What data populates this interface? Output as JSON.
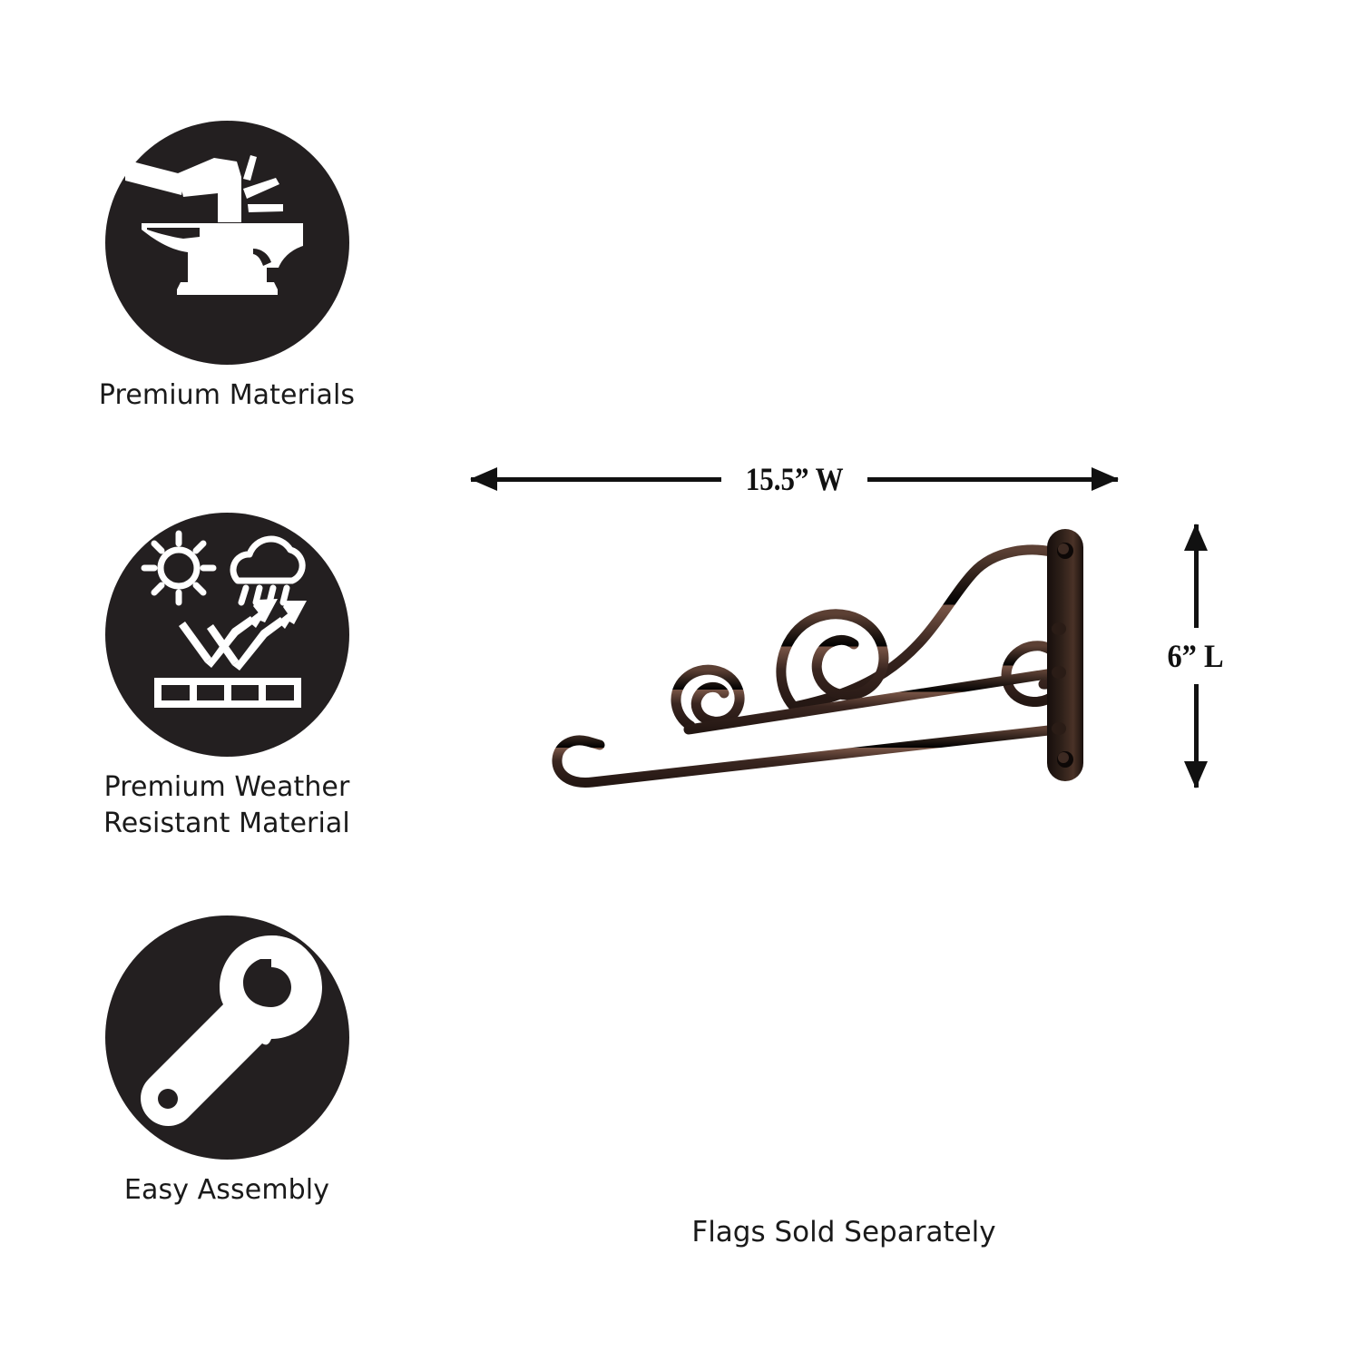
{
  "page": {
    "background_color": "#ffffff",
    "badge_color": "#231f20",
    "text_color": "#1a1a1a",
    "annotation_color": "#111111",
    "product_color": "#3a2a24"
  },
  "features": [
    {
      "icon": "anvil-hammer-icon",
      "label": "Premium Materials",
      "label_lines": [
        "Premium Materials"
      ]
    },
    {
      "icon": "sun-cloud-rain-deflection-icon",
      "label": "Premium Weather Resistant Material",
      "label_lines": [
        "Premium Weather",
        "Resistant Material"
      ]
    },
    {
      "icon": "wrench-icon",
      "label": "Easy Assembly",
      "label_lines": [
        "Easy Assembly"
      ]
    }
  ],
  "dimensions": {
    "width": {
      "value": "15.5” W",
      "orientation": "horizontal",
      "icon_left": "arrow-left-icon",
      "icon_right": "arrow-right-icon"
    },
    "height": {
      "value": "6” L",
      "orientation": "vertical",
      "icon_top": "arrow-up-icon",
      "icon_bottom": "arrow-down-icon"
    }
  },
  "product": {
    "name": "scroll-wall-bracket",
    "description": "Wrought iron scroll flag bracket with wall mounting plate"
  },
  "footnote": {
    "text": "Flags Sold Separately"
  }
}
